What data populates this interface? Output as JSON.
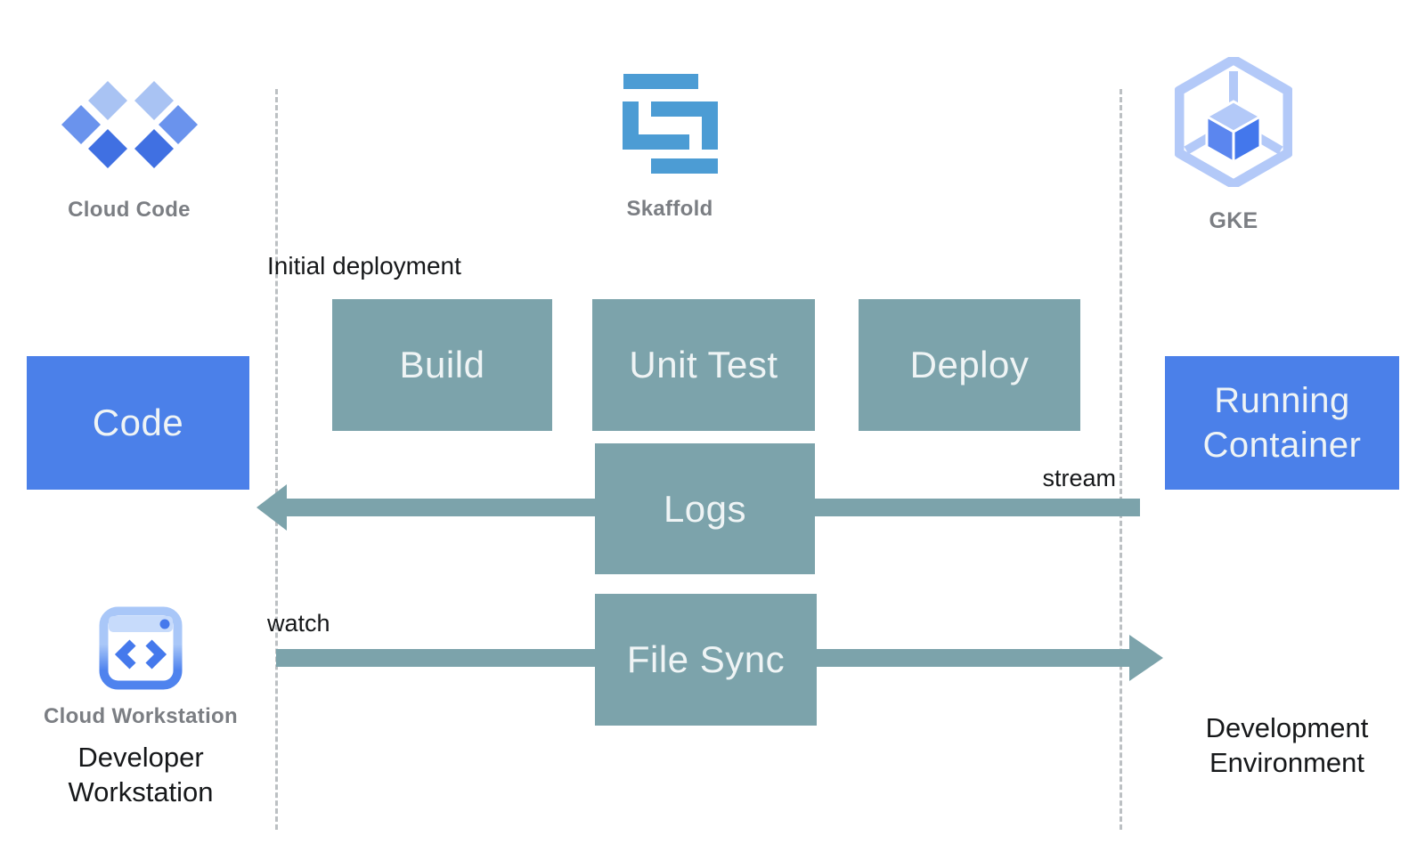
{
  "header": {
    "cloud_code_label": "Cloud Code",
    "skaffold_label": "Skaffold",
    "gke_label": "GKE"
  },
  "boxes": {
    "code": "Code",
    "build": "Build",
    "unit_test": "Unit Test",
    "deploy": "Deploy",
    "logs": "Logs",
    "file_sync": "File Sync",
    "running_container": "Running Container"
  },
  "annotations": {
    "initial_deployment": "Initial deployment",
    "stream": "stream",
    "watch": "watch"
  },
  "footer": {
    "cloud_workstation_label": "Cloud Workstation",
    "developer_workstation": "Developer Workstation",
    "development_environment": "Development Environment"
  },
  "icons": {
    "cloud_code": "cloud-code-icon (six blue diamonds)",
    "skaffold": "skaffold-icon (blue interlocking S bars)",
    "gke": "gke-icon (hexagon with cube)",
    "cloud_workstation": "cloud-workstation-icon (window with code brackets)",
    "stream_arrow": "left-pointing arrow",
    "watch_arrow": "right-pointing arrow"
  },
  "colors": {
    "process_box": "#7ca3ab",
    "artifact_box": "#4b80e9",
    "arrow": "#7ca3ab",
    "box_text": "#eff4f5",
    "dash_gray": "#bcc0c3",
    "label_gray": "#7b7e83",
    "dark_text": "#16181a",
    "skaffold_blue": "#4c9cd4",
    "google_blue_dark": "#4070e2",
    "google_blue_mid": "#6a93ed",
    "google_blue_light": "#a9c3f3",
    "gke_outline": "#b3c9f8",
    "gke_face_left": "#5b86ef",
    "gke_face_right": "#4377ec",
    "workstation_header": "#c7dbfb",
    "workstation_accent": "#4579ec"
  }
}
